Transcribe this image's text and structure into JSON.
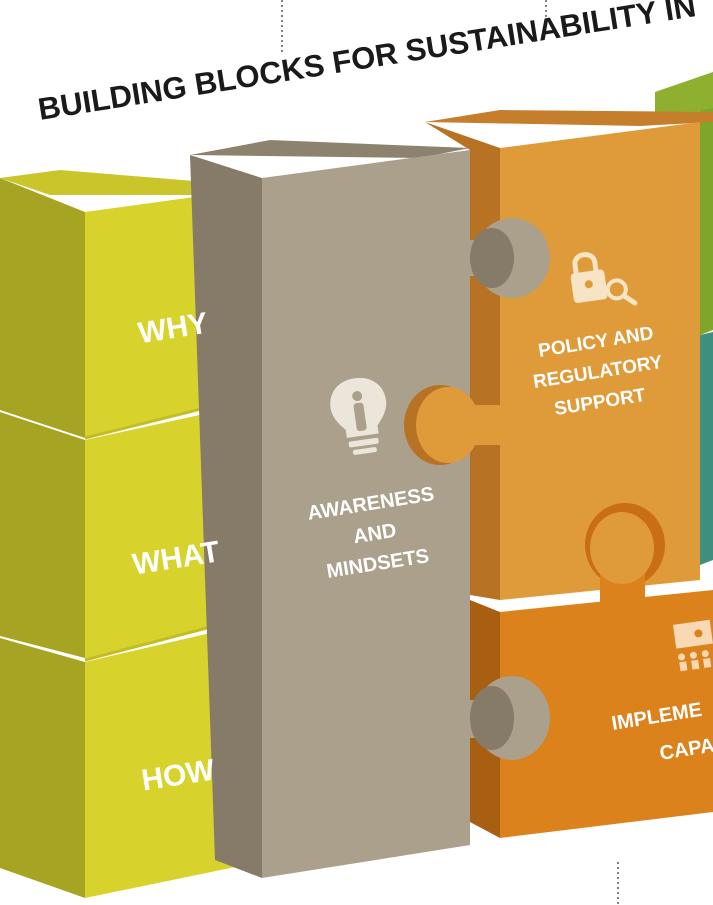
{
  "title": "BUILDING BLOCKS FOR SUSTAINABILITY IN",
  "rows": {
    "why": "WHY",
    "what": "WHAT",
    "how": "HOW"
  },
  "awareness": {
    "line1": "AWARENESS",
    "line2": "AND",
    "line3": "MINDSETS",
    "icon": "lightbulb-person-icon"
  },
  "policy": {
    "line1": "POLICY AND",
    "line2": "REGULATORY",
    "line3": "SUPPORT",
    "icon": "lock-magnifier-icon"
  },
  "implementation": {
    "line1": "IMPLEME",
    "line2": "CAPA",
    "icon": "presentation-audience-icon"
  },
  "colors": {
    "lime_face": "#d8d22c",
    "lime_side": "#a7a424",
    "grey_face": "#aba08b",
    "grey_side": "#857b68",
    "orange_face": "#df9b3a",
    "orange_side": "#b87223",
    "dark_orange_face": "#dc821c",
    "green_block": "#7fa62a",
    "teal_block": "#3f8f7e"
  }
}
